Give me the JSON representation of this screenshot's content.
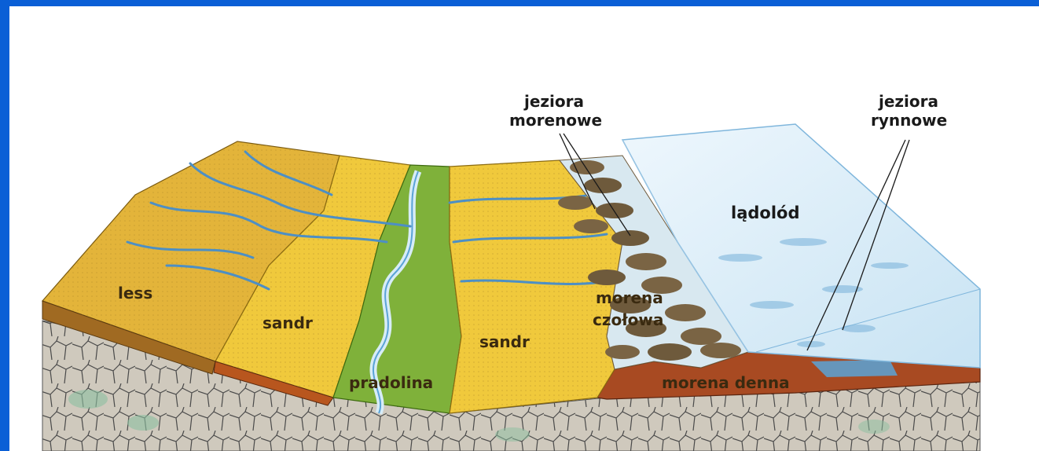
{
  "frame": {
    "border_color": "#0a5fd6",
    "background": "#ffffff"
  },
  "labels": {
    "jeziora_morenowe_line1": "jeziora",
    "jeziora_morenowe_line2": "morenowe",
    "jeziora_rynnowe_line1": "jeziora",
    "jeziora_rynnowe_line2": "rynnowe",
    "ladolod": "lądolód",
    "less": "less",
    "sandr_left": "sandr",
    "sandr_right": "sandr",
    "pradolina": "pradolina",
    "morena_czolowa_line1": "morena",
    "morena_czolowa_line2": "czołowa",
    "morena_denna": "morena denna"
  },
  "colors": {
    "less": "#e3b43a",
    "sandr": "#f0c93c",
    "pradolina": "#7fb13a",
    "ice": "#dbeefa",
    "water": "#5aa3d6",
    "morena_denna": "#a84a22",
    "bedrock": "#c9c3b8",
    "moraine_stones": "#6e5a3c"
  }
}
